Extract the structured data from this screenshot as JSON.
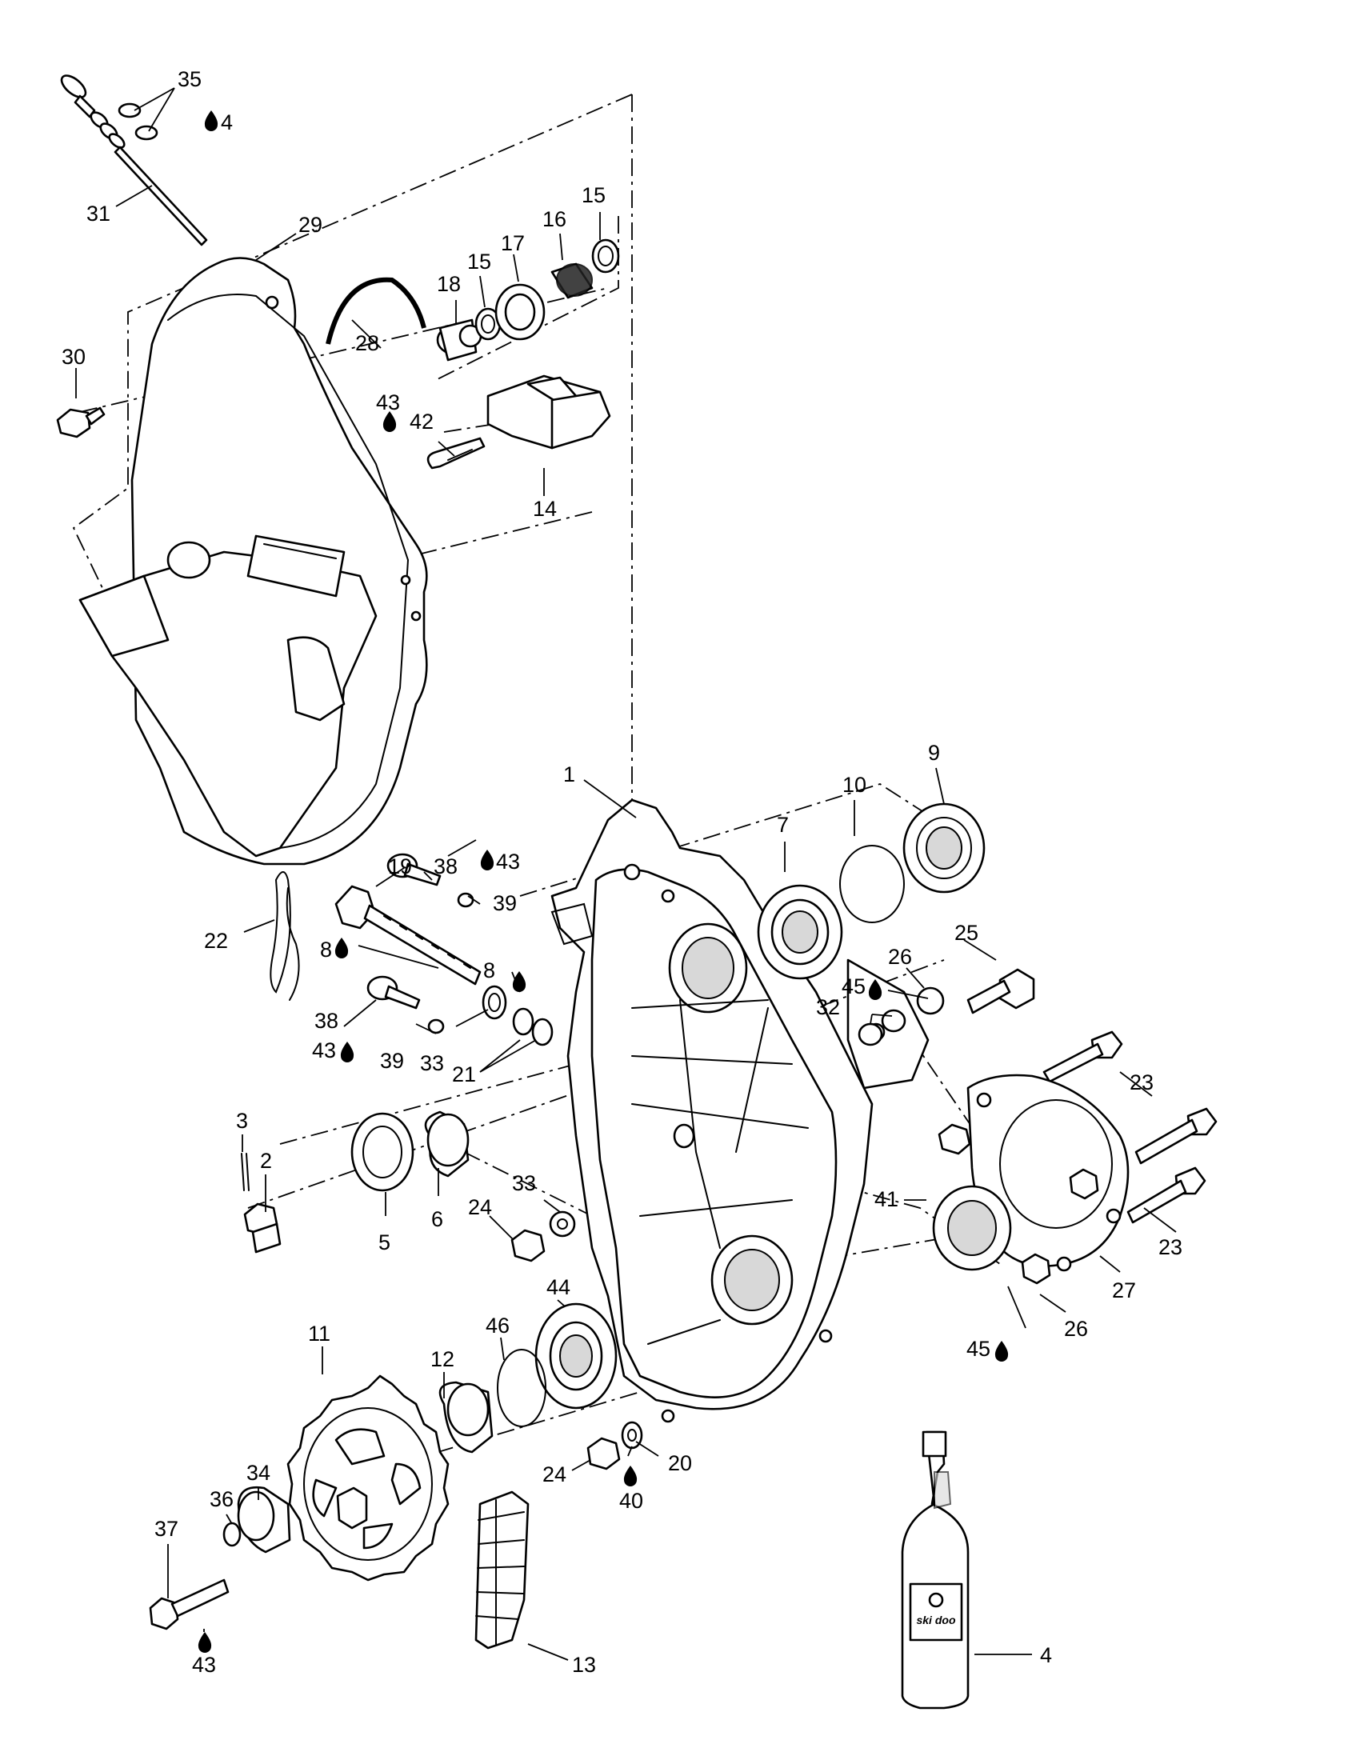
{
  "callouts": [
    {
      "id": "c35",
      "text": "35",
      "drop": false
    },
    {
      "id": "c4a",
      "text": "4",
      "drop": true
    },
    {
      "id": "c31",
      "text": "31",
      "drop": false
    },
    {
      "id": "c29",
      "text": "29",
      "drop": false
    },
    {
      "id": "c15a",
      "text": "15",
      "drop": false
    },
    {
      "id": "c16",
      "text": "16",
      "drop": false
    },
    {
      "id": "c17",
      "text": "17",
      "drop": false
    },
    {
      "id": "c15b",
      "text": "15",
      "drop": false
    },
    {
      "id": "c18",
      "text": "18",
      "drop": false
    },
    {
      "id": "c28",
      "text": "28",
      "drop": false
    },
    {
      "id": "c30",
      "text": "30",
      "drop": false
    },
    {
      "id": "c43a",
      "text": "43",
      "drop": true
    },
    {
      "id": "c42",
      "text": "42",
      "drop": false
    },
    {
      "id": "c14",
      "text": "14",
      "drop": false
    },
    {
      "id": "c9",
      "text": "9",
      "drop": false
    },
    {
      "id": "c10",
      "text": "10",
      "drop": false
    },
    {
      "id": "c7",
      "text": "7",
      "drop": false
    },
    {
      "id": "c1",
      "text": "1",
      "drop": false
    },
    {
      "id": "c19",
      "text": "19",
      "drop": false
    },
    {
      "id": "c38a",
      "text": "38",
      "drop": false
    },
    {
      "id": "c43b",
      "text": "43",
      "drop": true
    },
    {
      "id": "c39a",
      "text": "39",
      "drop": false
    },
    {
      "id": "c22",
      "text": "22",
      "drop": false
    },
    {
      "id": "c8a",
      "text": "8",
      "drop": true
    },
    {
      "id": "c8b",
      "text": "8",
      "drop": true
    },
    {
      "id": "c25",
      "text": "25",
      "drop": false
    },
    {
      "id": "c26a",
      "text": "26",
      "drop": false
    },
    {
      "id": "c45a",
      "text": "45",
      "drop": true
    },
    {
      "id": "c32",
      "text": "32",
      "drop": false
    },
    {
      "id": "c38b",
      "text": "38",
      "drop": false
    },
    {
      "id": "c43c",
      "text": "43",
      "drop": true
    },
    {
      "id": "c39b",
      "text": "39",
      "drop": false
    },
    {
      "id": "c33a",
      "text": "33",
      "drop": false
    },
    {
      "id": "c21",
      "text": "21",
      "drop": false
    },
    {
      "id": "c23a",
      "text": "23",
      "drop": false
    },
    {
      "id": "c3",
      "text": "3",
      "drop": false
    },
    {
      "id": "c2",
      "text": "2",
      "drop": false
    },
    {
      "id": "c33b",
      "text": "33",
      "drop": false
    },
    {
      "id": "c24a",
      "text": "24",
      "drop": false
    },
    {
      "id": "c6",
      "text": "6",
      "drop": false
    },
    {
      "id": "c5",
      "text": "5",
      "drop": false
    },
    {
      "id": "c41",
      "text": "41",
      "drop": false
    },
    {
      "id": "c23b",
      "text": "23",
      "drop": false
    },
    {
      "id": "c27",
      "text": "27",
      "drop": false
    },
    {
      "id": "c44",
      "text": "44",
      "drop": false
    },
    {
      "id": "c26b",
      "text": "26",
      "drop": false
    },
    {
      "id": "c45b",
      "text": "45",
      "drop": true
    },
    {
      "id": "c11",
      "text": "11",
      "drop": false
    },
    {
      "id": "c46",
      "text": "46",
      "drop": false
    },
    {
      "id": "c12",
      "text": "12",
      "drop": false
    },
    {
      "id": "c34",
      "text": "34",
      "drop": false
    },
    {
      "id": "c24b",
      "text": "24",
      "drop": false
    },
    {
      "id": "c20",
      "text": "20",
      "drop": false
    },
    {
      "id": "c40",
      "text": "40",
      "drop": true
    },
    {
      "id": "c36",
      "text": "36",
      "drop": false
    },
    {
      "id": "c37",
      "text": "37",
      "drop": false
    },
    {
      "id": "c43d",
      "text": "43",
      "drop": true
    },
    {
      "id": "c13",
      "text": "13",
      "drop": false
    },
    {
      "id": "c4b",
      "text": "4",
      "drop": false
    }
  ],
  "bottle_label": "ski doo"
}
